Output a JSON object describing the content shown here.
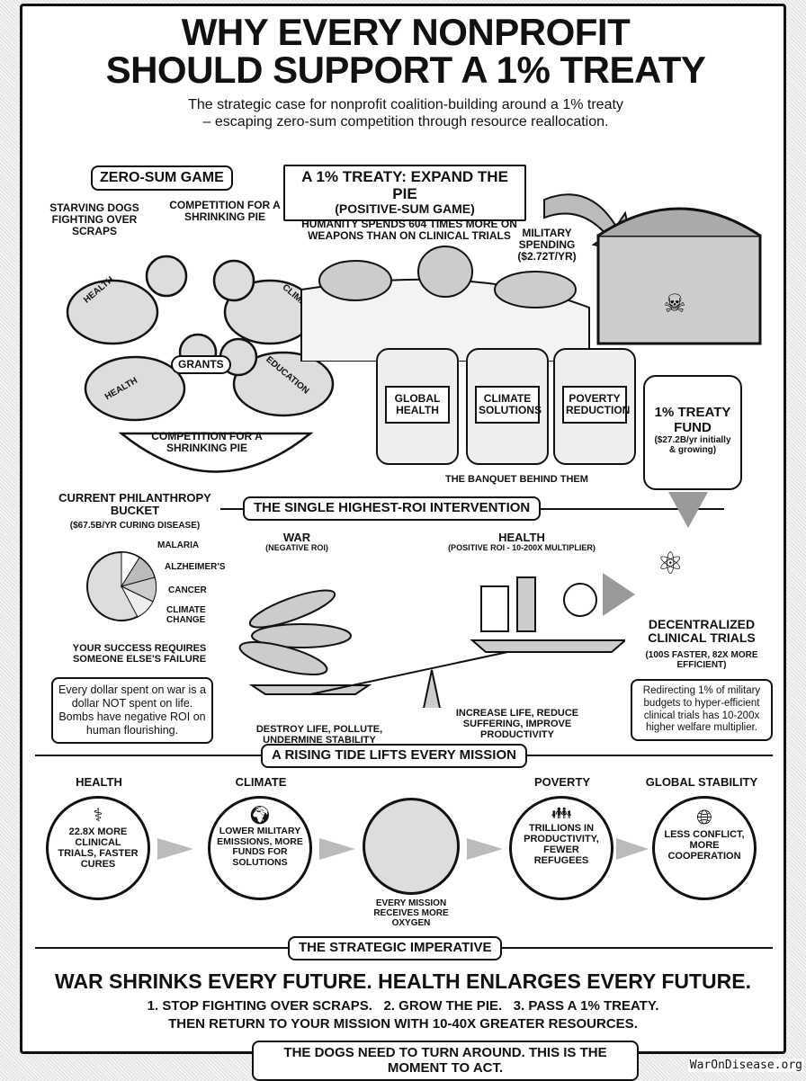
{
  "title_line1": "WHY EVERY NONPROFIT",
  "title_line2": "SHOULD SUPPORT A 1% TREATY",
  "subtitle_line1": "The strategic case for nonprofit coalition-building around a 1% treaty",
  "subtitle_line2": "– escaping zero-sum competition through resource reallocation.",
  "zero_sum": {
    "heading": "ZERO-SUM GAME",
    "dogs_label": "STARVING DOGS FIGHTING OVER SCRAPS",
    "competition_label": "COMPETITION FOR A SHRINKING PIE",
    "vests": [
      "HEALTH",
      "CLIMATE",
      "HEALTH",
      "EDUCATION"
    ],
    "grants": "GRANTS",
    "bowl_label": "COMPETITION FOR A SHRINKING PIE"
  },
  "treaty": {
    "heading": "A 1% TREATY: EXPAND THE PIE",
    "subheading": "(POSITIVE-SUM GAME)",
    "spend_note": "HUMANITY SPENDS 604 TIMES MORE ON WEAPONS THAN ON CLINICAL TRIALS",
    "military_label": "MILITARY SPENDING",
    "military_value": "($2.72T/yr)",
    "jars": [
      "GLOBAL HEALTH",
      "CLIMATE SOLUTIONS",
      "POVERTY REDUCTION"
    ],
    "fund_title": "1% TREATY FUND",
    "fund_value": "($27.2B/yr initially & growing)",
    "banquet_label": "THE BANQUET BEHIND THEM"
  },
  "bucket": {
    "title": "CURRENT PHILANTHROPY BUCKET",
    "value": "($67.5B/yr CURING DISEASE)",
    "slices": [
      "MALARIA",
      "ALZHEIMER'S",
      "CANCER",
      "CLIMATE CHANGE"
    ],
    "caption": "YOUR SUCCESS REQUIRES SOMEONE ELSE'S FAILURE",
    "callout": "Every dollar spent on war is a dollar NOT spent on life. Bombs have negative ROI on human flourishing."
  },
  "roi": {
    "heading": "THE SINGLE HIGHEST-ROI INTERVENTION",
    "war_title": "WAR",
    "war_sub": "(NEGATIVE ROI)",
    "war_effect": "DESTROY LIFE, POLLUTE, UNDERMINE STABILITY",
    "health_title": "HEALTH",
    "health_sub": "(POSITIVE ROI - 10-200x MULTIPLIER)",
    "health_effect": "INCREASE LIFE, REDUCE SUFFERING, IMPROVE PRODUCTIVITY",
    "dct_title": "DECENTRALIZED CLINICAL TRIALS",
    "dct_sub": "(100s FASTER, 82x MORE EFFICIENT)",
    "dct_callout": "Redirecting 1% of military budgets to hyper-efficient clinical trials has 10-200x higher welfare multiplier."
  },
  "tide": {
    "heading": "A RISING TIDE LIFTS EVERY MISSION",
    "items": [
      {
        "title": "HEALTH",
        "text": "22.8x MORE CLINICAL TRIALS, FASTER CURES"
      },
      {
        "title": "CLIMATE",
        "text": "LOWER MILITARY EMISSIONS, MORE FUNDS FOR SOLUTIONS"
      },
      {
        "title": "POVERTY",
        "text": "TRILLIONS IN PRODUCTIVITY, FEWER REFUGEES"
      },
      {
        "title": "GLOBAL STABILITY",
        "text": "LESS CONFLICT, MORE COOPERATION"
      }
    ],
    "center": "EVERY MISSION RECEIVES MORE OXYGEN"
  },
  "imperative": {
    "heading": "THE STRATEGIC IMPERATIVE",
    "headline": "WAR SHRINKS EVERY FUTURE. HEALTH ENLARGES EVERY FUTURE.",
    "steps": "1. STOP FIGHTING OVER SCRAPS.   2. GROW THE PIE.   3. PASS A 1% TREATY.",
    "then": "THEN RETURN TO YOUR MISSION WITH 10-40x GREATER RESOURCES.",
    "cta": "THE DOGS NEED TO TURN AROUND. THIS IS THE MOMENT TO ACT."
  },
  "watermark": "WarOnDisease.org"
}
